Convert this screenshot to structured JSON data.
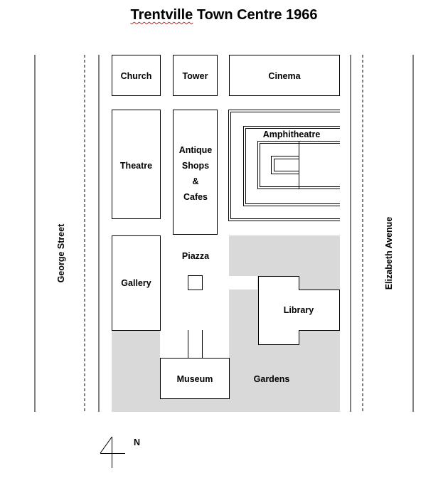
{
  "title": {
    "prefix": "Trentville",
    "suffix": " Town Centre 1966"
  },
  "streets": {
    "west": "George Street",
    "east": "Elizabeth Avenue"
  },
  "buildings": {
    "church": "Church",
    "tower": "Tower",
    "cinema": "Cinema",
    "theatre": "Theatre",
    "antique_shops": [
      "Antique",
      "Shops",
      "&",
      "Cafes"
    ],
    "amphitheatre": "Amphitheatre",
    "piazza": "Piazza",
    "gallery": "Gallery",
    "library": "Library",
    "museum": "Museum",
    "gardens": "Gardens"
  },
  "compass": {
    "north_label": "N"
  },
  "colors": {
    "garden_fill": "#d9d9d9",
    "outline": "#000000",
    "background": "#ffffff"
  }
}
